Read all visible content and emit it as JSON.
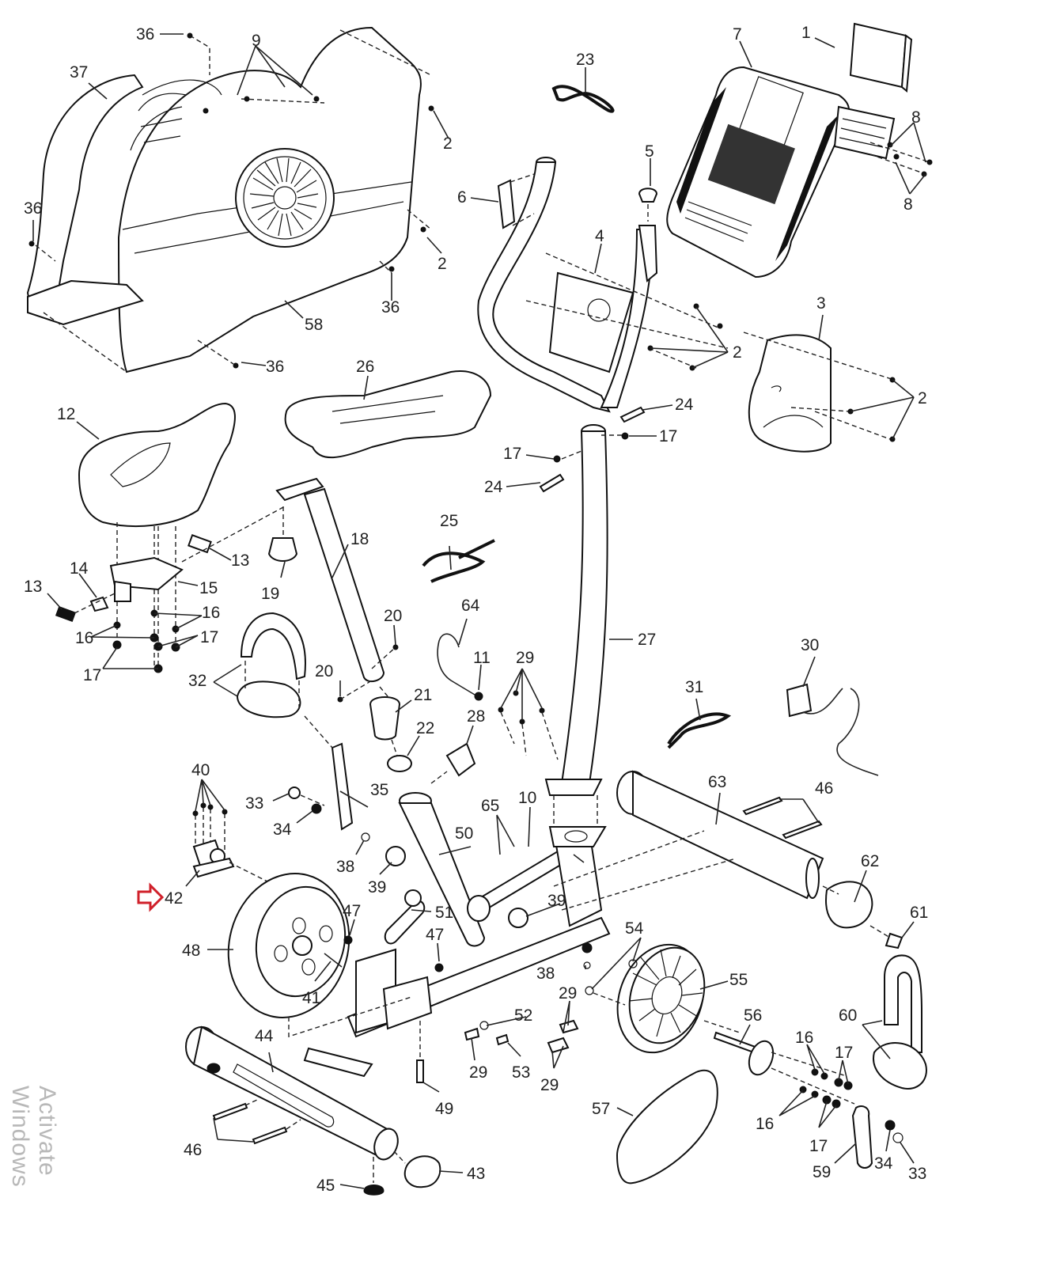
{
  "diagram": {
    "title": "Exercise bike exploded parts diagram",
    "highlight_part": "42",
    "highlight_color": "#d0202a",
    "labels": [
      {
        "id": "l1",
        "text": "1"
      },
      {
        "id": "l2a",
        "text": "2"
      },
      {
        "id": "l2b",
        "text": "2"
      },
      {
        "id": "l2c",
        "text": "2"
      },
      {
        "id": "l2d",
        "text": "2"
      },
      {
        "id": "l3",
        "text": "3"
      },
      {
        "id": "l4",
        "text": "4"
      },
      {
        "id": "l5",
        "text": "5"
      },
      {
        "id": "l6",
        "text": "6"
      },
      {
        "id": "l7",
        "text": "7"
      },
      {
        "id": "l8a",
        "text": "8"
      },
      {
        "id": "l8b",
        "text": "8"
      },
      {
        "id": "l9",
        "text": "9"
      },
      {
        "id": "l10",
        "text": "10"
      },
      {
        "id": "l11",
        "text": "11"
      },
      {
        "id": "l12",
        "text": "12"
      },
      {
        "id": "l13a",
        "text": "13"
      },
      {
        "id": "l13b",
        "text": "13"
      },
      {
        "id": "l14",
        "text": "14"
      },
      {
        "id": "l15",
        "text": "15"
      },
      {
        "id": "l16a",
        "text": "16"
      },
      {
        "id": "l16b",
        "text": "16"
      },
      {
        "id": "l16c",
        "text": "16"
      },
      {
        "id": "l16d",
        "text": "16"
      },
      {
        "id": "l17a",
        "text": "17"
      },
      {
        "id": "l17b",
        "text": "17"
      },
      {
        "id": "l17c",
        "text": "17"
      },
      {
        "id": "l17d",
        "text": "17"
      },
      {
        "id": "l17e",
        "text": "17"
      },
      {
        "id": "l17f",
        "text": "17"
      },
      {
        "id": "l18",
        "text": "18"
      },
      {
        "id": "l19",
        "text": "19"
      },
      {
        "id": "l20a",
        "text": "20"
      },
      {
        "id": "l20b",
        "text": "20"
      },
      {
        "id": "l21",
        "text": "21"
      },
      {
        "id": "l22",
        "text": "22"
      },
      {
        "id": "l23",
        "text": "23"
      },
      {
        "id": "l24a",
        "text": "24"
      },
      {
        "id": "l24b",
        "text": "24"
      },
      {
        "id": "l25",
        "text": "25"
      },
      {
        "id": "l26",
        "text": "26"
      },
      {
        "id": "l27",
        "text": "27"
      },
      {
        "id": "l28",
        "text": "28"
      },
      {
        "id": "l29a",
        "text": "29"
      },
      {
        "id": "l29b",
        "text": "29"
      },
      {
        "id": "l29c",
        "text": "29"
      },
      {
        "id": "l29d",
        "text": "29"
      },
      {
        "id": "l30",
        "text": "30"
      },
      {
        "id": "l31",
        "text": "31"
      },
      {
        "id": "l32",
        "text": "32"
      },
      {
        "id": "l33a",
        "text": "33"
      },
      {
        "id": "l33b",
        "text": "33"
      },
      {
        "id": "l34a",
        "text": "34"
      },
      {
        "id": "l34b",
        "text": "34"
      },
      {
        "id": "l35",
        "text": "35"
      },
      {
        "id": "l36a",
        "text": "36"
      },
      {
        "id": "l36b",
        "text": "36"
      },
      {
        "id": "l36c",
        "text": "36"
      },
      {
        "id": "l36d",
        "text": "36"
      },
      {
        "id": "l37",
        "text": "37"
      },
      {
        "id": "l38a",
        "text": "38"
      },
      {
        "id": "l38b",
        "text": "38"
      },
      {
        "id": "l39a",
        "text": "39"
      },
      {
        "id": "l39b",
        "text": "39"
      },
      {
        "id": "l40",
        "text": "40"
      },
      {
        "id": "l41",
        "text": "41"
      },
      {
        "id": "l42",
        "text": "42"
      },
      {
        "id": "l43",
        "text": "43"
      },
      {
        "id": "l44",
        "text": "44"
      },
      {
        "id": "l45",
        "text": "45"
      },
      {
        "id": "l46a",
        "text": "46"
      },
      {
        "id": "l46b",
        "text": "46"
      },
      {
        "id": "l47a",
        "text": "47"
      },
      {
        "id": "l47b",
        "text": "47"
      },
      {
        "id": "l48",
        "text": "48"
      },
      {
        "id": "l49",
        "text": "49"
      },
      {
        "id": "l50",
        "text": "50"
      },
      {
        "id": "l51",
        "text": "51"
      },
      {
        "id": "l52",
        "text": "52"
      },
      {
        "id": "l53",
        "text": "53"
      },
      {
        "id": "l54",
        "text": "54"
      },
      {
        "id": "l55",
        "text": "55"
      },
      {
        "id": "l56",
        "text": "56"
      },
      {
        "id": "l57",
        "text": "57"
      },
      {
        "id": "l58",
        "text": "58"
      },
      {
        "id": "l59",
        "text": "59"
      },
      {
        "id": "l60",
        "text": "60"
      },
      {
        "id": "l61",
        "text": "61"
      },
      {
        "id": "l62",
        "text": "62"
      },
      {
        "id": "l63",
        "text": "63"
      },
      {
        "id": "l64",
        "text": "64"
      },
      {
        "id": "l65",
        "text": "65"
      }
    ]
  },
  "watermark": "Activate Windows"
}
